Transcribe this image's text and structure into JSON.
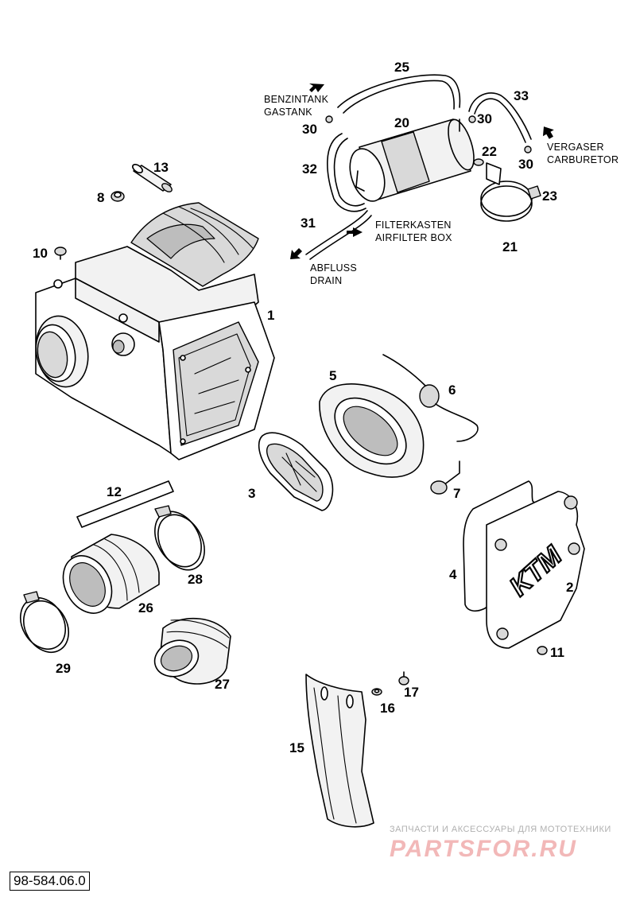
{
  "callouts": {
    "c1": "1",
    "c2": "2",
    "c3": "3",
    "c4": "4",
    "c5": "5",
    "c6": "6",
    "c7": "7",
    "c8": "8",
    "c10": "10",
    "c11": "11",
    "c12": "12",
    "c13": "13",
    "c15": "15",
    "c16": "16",
    "c17": "17",
    "c20": "20",
    "c21": "21",
    "c22": "22",
    "c23": "23",
    "c25": "25",
    "c26": "26",
    "c27": "27",
    "c28": "28",
    "c29": "29",
    "c30a": "30",
    "c30b": "30",
    "c30c": "30",
    "c31": "31",
    "c32": "32",
    "c33": "33"
  },
  "labels": {
    "gastank_de": "BENZINTANK",
    "gastank_en": "GASTANK",
    "carburetor_de": "VERGASER",
    "carburetor_en": "CARBURETOR",
    "airfilterbox_de": "FILTERKASTEN",
    "airfilterbox_en": "AIRFILTER BOX",
    "drain_de": "ABFLUSS",
    "drain_en": "DRAIN"
  },
  "logo_text": "KTM",
  "watermark": {
    "tagline": "ЗАПЧАСТИ И АКСЕССУАРЫ ДЛЯ МОТОТЕХНИКИ",
    "brand": "PARTSFOR.RU"
  },
  "part_code": "98-584.06.0"
}
